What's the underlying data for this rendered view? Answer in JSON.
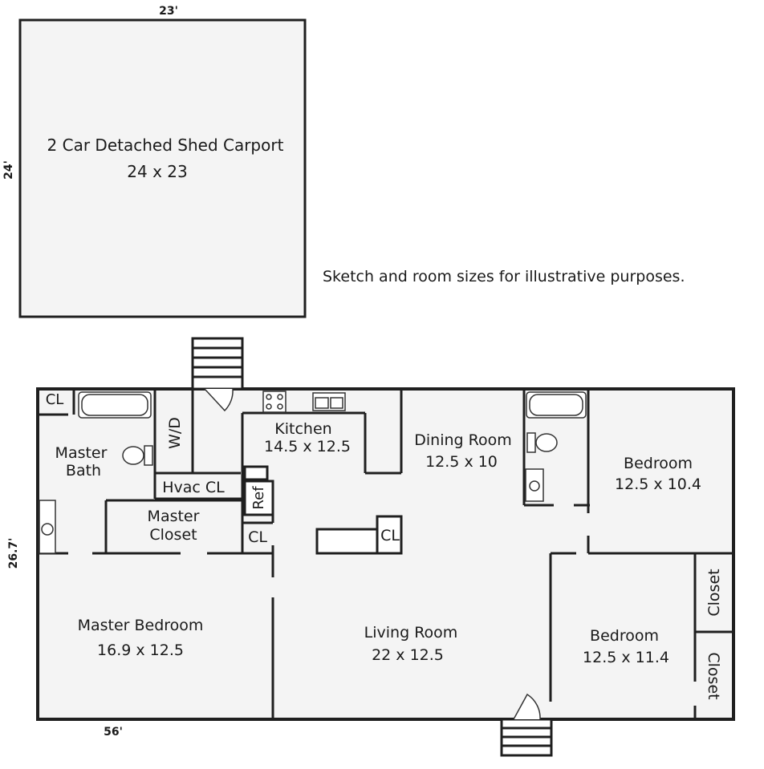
{
  "carport": {
    "name": "2 Car Detached Shed Carport",
    "size": "24 x 23",
    "width_dim": "23'",
    "height_dim": "24'"
  },
  "note": "Sketch and room sizes for illustrative purposes.",
  "house": {
    "width_dim": "56'",
    "height_dim": "26.7'"
  },
  "rooms": {
    "cl_bath": "CL",
    "master_bath_1": "Master",
    "master_bath_2": "Bath",
    "wd": "W/D",
    "hvac": "Hvac CL",
    "master_closet_1": "Master",
    "master_closet_2": "Closet",
    "cl_hall": "CL",
    "ref": "Ref",
    "kitchen": "Kitchen",
    "kitchen_size": "14.5 x 12.5",
    "dining": "Dining Room",
    "dining_size": "12.5 x 10",
    "cl_center": "CL",
    "bedroom_ne": "Bedroom",
    "bedroom_ne_size": "12.5 x 10.4",
    "master_bedroom": "Master Bedroom",
    "master_bedroom_size": "16.9 x 12.5",
    "living": "Living Room",
    "living_size": "22 x 12.5",
    "bedroom_se": "Bedroom",
    "bedroom_se_size": "12.5 x 11.4",
    "closet_1": "Closet",
    "closet_2": "Closet"
  }
}
